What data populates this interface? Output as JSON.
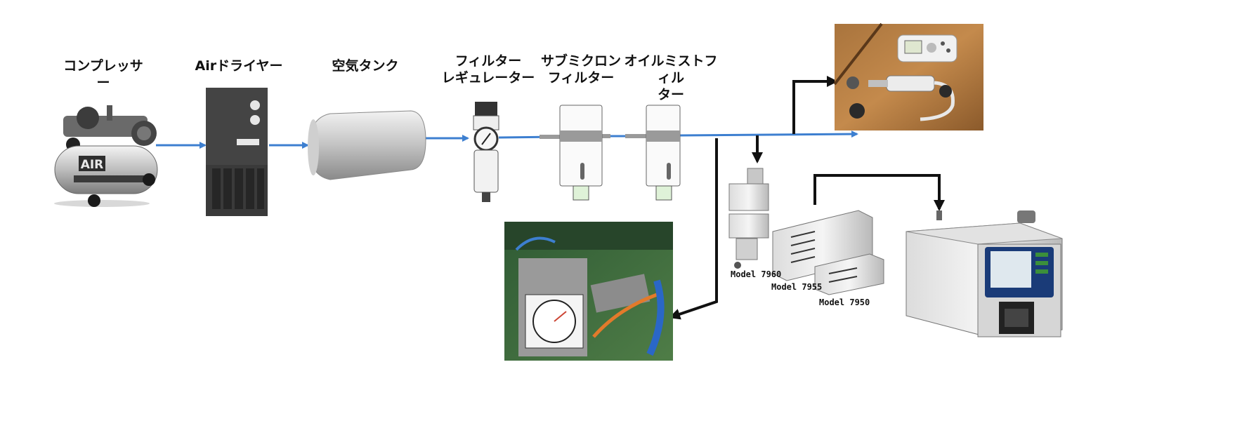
{
  "stages": [
    {
      "id": "compressor",
      "label": "コンプレッサー",
      "device_text": "AIR"
    },
    {
      "id": "air-dryer",
      "label": "Airドライヤー"
    },
    {
      "id": "air-tank",
      "label": "空気タンク"
    },
    {
      "id": "filter-regulator",
      "label": "フィルター\nレギュレーター"
    },
    {
      "id": "submicron-filter",
      "label": "サブミクロン\nフィルター"
    },
    {
      "id": "oil-mist-filter",
      "label": "オイルミストフィル\nター"
    }
  ],
  "models": [
    "Model 7960",
    "Model 7955",
    "Model 7950"
  ],
  "colors": {
    "air_line": "#3d7fd0",
    "black_line": "#111111"
  }
}
